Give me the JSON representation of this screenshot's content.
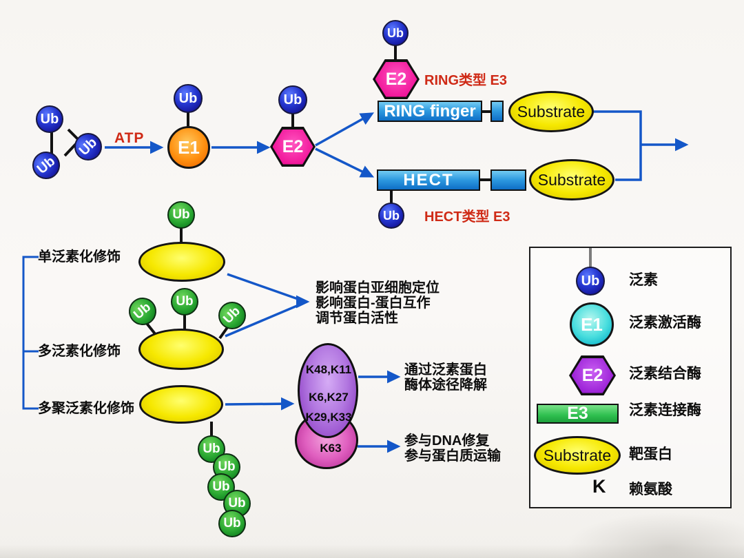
{
  "pathway": {
    "ub_label": "Ub",
    "atp_label": "ATP",
    "e1_label": "E1",
    "e2_label": "E2",
    "ring_finger_label": "RING finger",
    "hect_label": "HECT",
    "substrate_label": "Substrate",
    "ring_type_e3": "RING类型 E3",
    "hect_type_e3": "HECT类型 E3"
  },
  "modifications": {
    "mono": "单泛素化修饰",
    "multi": "多泛素化修饰",
    "poly": "多聚泛素化修饰",
    "effects": [
      "影响蛋白亚细胞定位",
      "影响蛋白-蛋白互作",
      "调节蛋白活性"
    ],
    "lysine_sites": [
      "K48,K11",
      "K6,K27",
      "K29,K33"
    ],
    "k63_site": "K63",
    "degradation_lines": [
      "通过泛素蛋白",
      "酶体途径降解"
    ],
    "k63_function_lines": [
      "参与DNA修复",
      "参与蛋白质运输"
    ]
  },
  "legend": {
    "ub": {
      "symbol": "Ub",
      "label": "泛素"
    },
    "e1": {
      "symbol": "E1",
      "label": "泛素激活酶"
    },
    "e2": {
      "symbol": "E2",
      "label": "泛素结合酶"
    },
    "e3": {
      "symbol": "E3",
      "label": "泛素连接酶"
    },
    "substrate": {
      "symbol": "Substrate",
      "label": "靶蛋白"
    },
    "lysine": {
      "symbol": "K",
      "label": "赖氨酸"
    }
  },
  "colors": {
    "ub_blue": "#2536cf",
    "ub_green": "#2aa832",
    "e1_orange": "#ff9010",
    "e1_cyan_legend": "#4adede",
    "e2_magenta": "#ef0f96",
    "e2_purple_legend": "#9418d2",
    "e3_domain_blue": "#2e9ae0",
    "e3_green_legend": "#2fbf4f",
    "substrate_yellow": "#f6e800",
    "poly_purple": "#b277e0",
    "k63_pink": "#e060c0",
    "arrow_blue": "#1457c8",
    "annotation_red": "#cf2a16",
    "text_black": "#0d0d0d"
  }
}
